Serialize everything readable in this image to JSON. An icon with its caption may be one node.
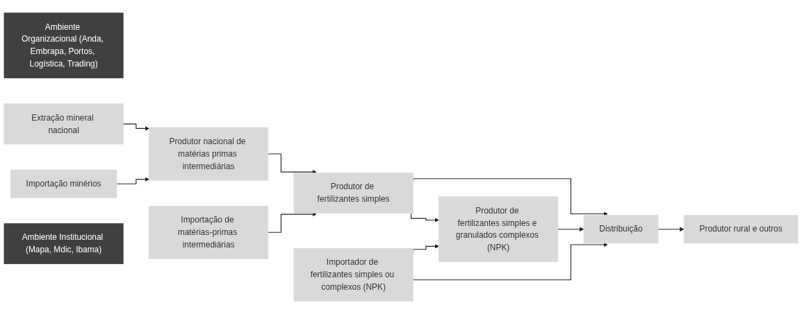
{
  "diagram": {
    "nodes": [
      {
        "text": [
          "Ambiente Organizacional (Anda, Embrapa, Portos, Logística, Trading)"
        ]
      },
      {
        "text": [
          "Extração mineral nacional"
        ]
      },
      {
        "text": [
          "Produtor nacional de matérias primas intermediárias"
        ]
      },
      {
        "text": [
          "Produtor de fertilizantes simples"
        ]
      },
      {
        "text": [
          "Produtor de fertilizantes simples e granulados complexos (NPK)"
        ]
      },
      {
        "text": [
          "Distribuição"
        ]
      },
      {
        "text": [
          "Produtor rural e outros"
        ]
      },
      {
        "text": [
          "Importação minérios"
        ]
      },
      {
        "text": [
          "Importação de matérias-primas intermediárias"
        ]
      },
      {
        "text": [
          "Importador de fertilizantes simples ou complexos (NPK)"
        ]
      },
      {
        "text": [
          "Ambiente Institucional (Mapa, Mdic, Ibama)"
        ]
      }
    ],
    "edges": [
      {
        "from": 1,
        "to": 2,
        "arrow": "to"
      },
      {
        "from": 7,
        "to": 2,
        "arrow": "to"
      },
      {
        "from": 2,
        "to": 3,
        "arrow": "to"
      },
      {
        "from": 8,
        "to": 3,
        "arrow": "to"
      },
      {
        "from": 3,
        "to": 4,
        "arrow": "to"
      },
      {
        "from": 3,
        "to": 5,
        "arrow": "to"
      },
      {
        "from": 4,
        "to": 5,
        "arrow": "to"
      },
      {
        "from": 9,
        "to": 4,
        "arrow": "to"
      },
      {
        "from": 9,
        "to": 5,
        "arrow": "to"
      },
      {
        "from": 5,
        "to": 6,
        "arrow": "to"
      }
    ]
  }
}
